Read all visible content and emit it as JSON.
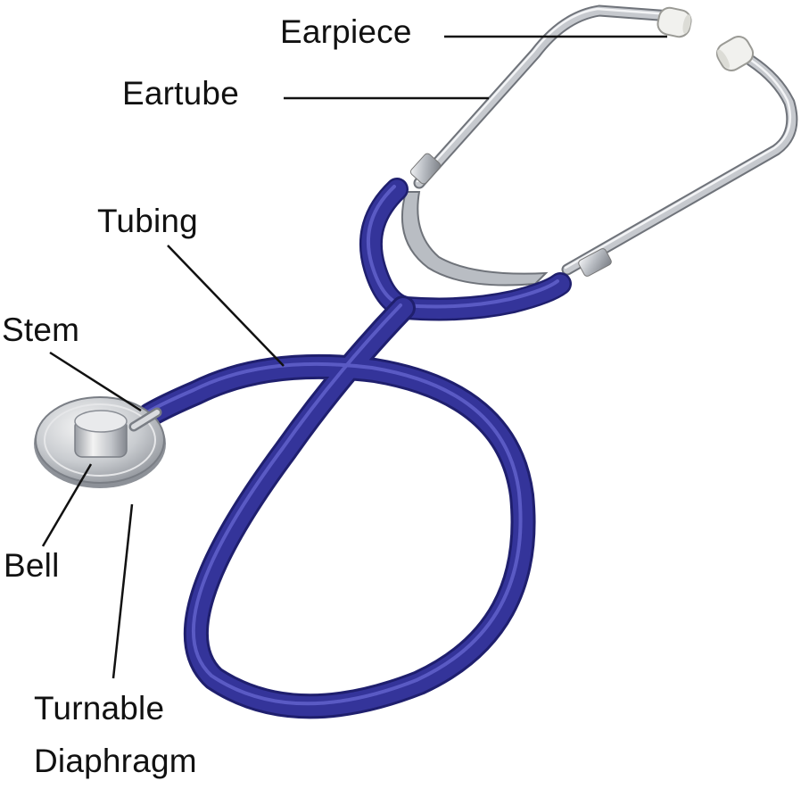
{
  "labels": {
    "earpiece": "Earpiece",
    "eartube": "Eartube",
    "tubing": "Tubing",
    "stem": "Stem",
    "bell": "Bell",
    "turnable_diaphragm_line1": "Turnable",
    "turnable_diaphragm_line2": "Diaphragm"
  },
  "colors": {
    "tubing": "#34349a",
    "tubing_dark": "#1f1f6e",
    "tubing_highlight": "#5a5ac4",
    "metal": "#b8bcc2",
    "metal_dark": "#7d8188",
    "earpiece_tip": "#f1f1ee",
    "leader_line": "#111111"
  },
  "icons": {
    "illustration": "stethoscope-icon"
  }
}
